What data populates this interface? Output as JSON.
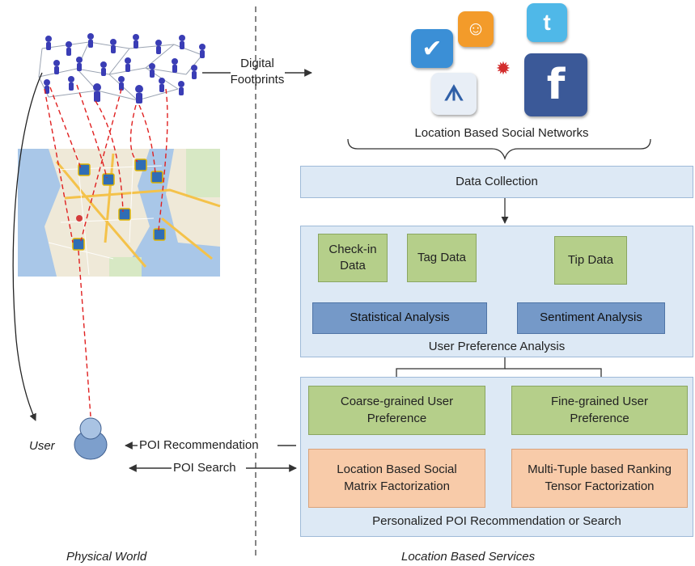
{
  "left": {
    "digital_footprints": "Digital\nFootprints",
    "user_label": "User",
    "poi_recommendation": "POI Recommendation",
    "poi_search": "POI Search",
    "physical_world": "Physical World"
  },
  "right": {
    "lbsn_title": "Location Based Social Networks",
    "data_collection": "Data Collection",
    "checkin_data": "Check-in\nData",
    "tag_data": "Tag Data",
    "tip_data": "Tip Data",
    "statistical_analysis": "Statistical Analysis",
    "sentiment_analysis": "Sentiment Analysis",
    "user_pref_analysis": "User Preference Analysis",
    "coarse_pref": "Coarse-grained User\nPreference",
    "fine_pref": "Fine-grained User\nPreference",
    "lbs_mf": "Location Based Social\nMatrix Factorization",
    "mt_tf": "Multi-Tuple based Ranking\nTensor Factorization",
    "personalized": "Personalized POI Recommendation or Search",
    "location_based_services": "Location Based Services"
  },
  "icons": [
    "foursquare-icon",
    "dianping-icon",
    "twitter-icon",
    "jiepang-icon",
    "crab-icon",
    "facebook-icon"
  ],
  "colors": {
    "panel_blue": "#dde9f5",
    "box_green": "#b5cf8a",
    "box_darkblue": "#7599c8",
    "box_salmon": "#f8cba9",
    "dashed_red": "#e02020"
  }
}
